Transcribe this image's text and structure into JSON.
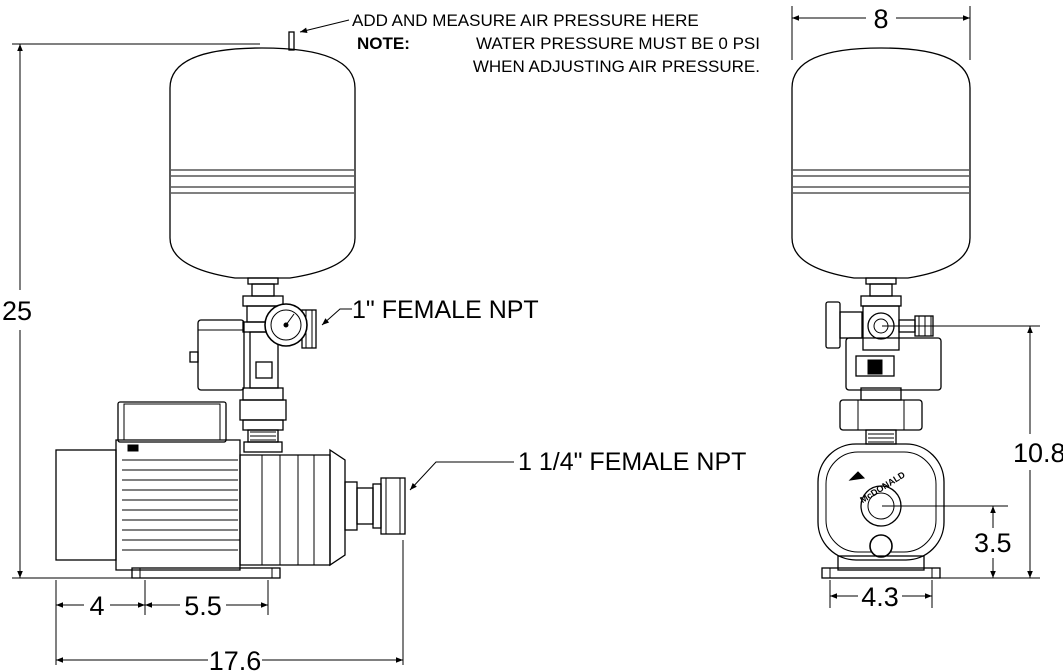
{
  "notes": {
    "air_line": "ADD AND MEASURE AIR PRESSURE HERE",
    "note_label": "NOTE:",
    "note_line1": "WATER PRESSURE MUST BE 0 PSI",
    "note_line2": "WHEN ADJUSTING AIR PRESSURE."
  },
  "callouts": {
    "discharge": "1\" FEMALE NPT",
    "suction": "1 1/4\" FEMALE NPT"
  },
  "brand": "McDONALD",
  "dimensions": {
    "height": "25",
    "base_offset": "4",
    "base_spacing": "5.5",
    "overall_length": "17.6",
    "width": "8",
    "outlet_height": "10.8",
    "inlet_height": "3.5",
    "base_width": "4.3"
  }
}
